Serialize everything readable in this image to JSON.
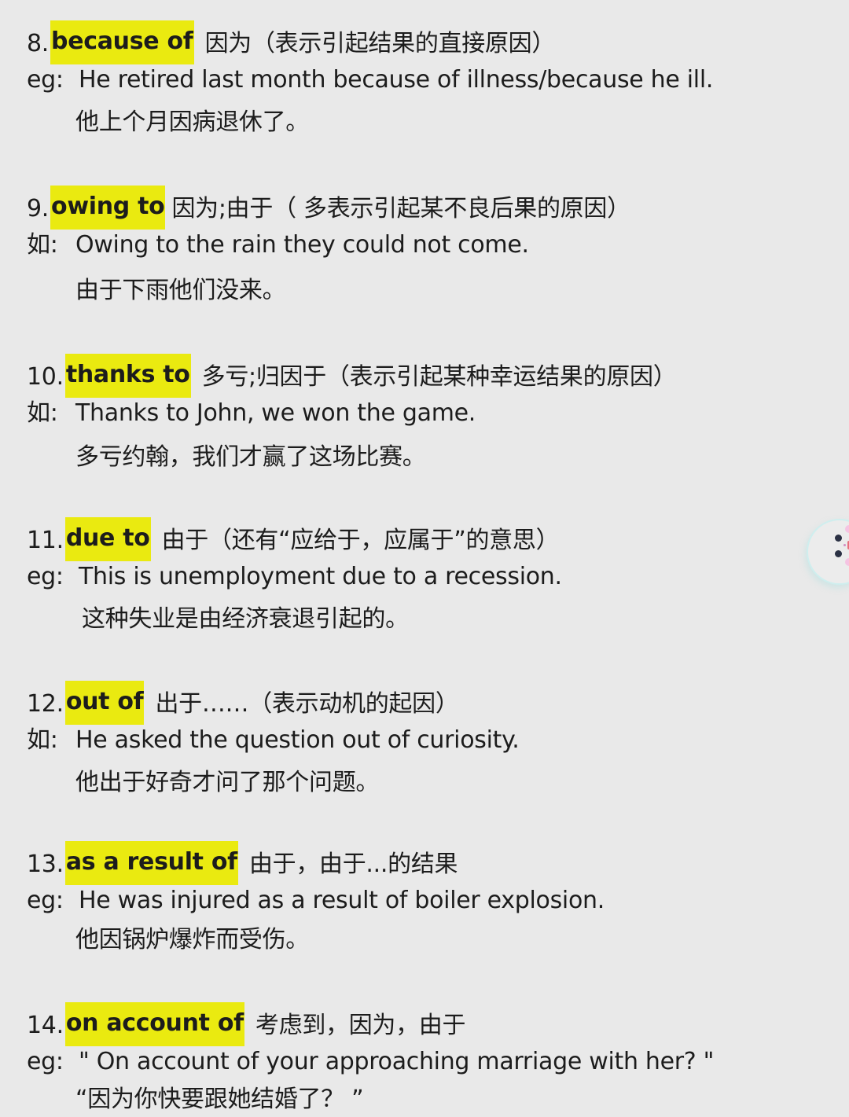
{
  "entries": [
    {
      "number": "8.",
      "phrase": "because of",
      "meaning": "因为（表示引起结果的直接原因）",
      "example_label": "eg:",
      "example": "He retired last month because of illness/because he ill.",
      "translation": "他上个月因病退休了。"
    },
    {
      "number": "9.",
      "phrase": "owing to",
      "meaning": "因为;由于（ 多表示引起某不良后果的原因）",
      "example_label": "如:",
      "example": "Owing to the rain they could not come.",
      "translation": "由于下雨他们没来。"
    },
    {
      "number": "10.",
      "phrase": "thanks to",
      "meaning": "多亏;归因于（表示引起某种幸运结果的原因）",
      "example_label": "如:",
      "example": "Thanks to John, we won the game.",
      "translation": "多亏约翰，我们才赢了这场比赛。"
    },
    {
      "number": "11.",
      "phrase": "due to",
      "meaning": "由于（还有“应给于，应属于”的意思）",
      "example_label": "eg:",
      "example": "This is unemployment due to a recession.",
      "translation": "这种失业是由经济衰退引起的。"
    },
    {
      "number": "12.",
      "phrase": "out of",
      "meaning": "出于……（表示动机的起因）",
      "example_label": "如:",
      "example": "He asked the question out of curiosity.",
      "translation": "他出于好奇才问了那个问题。"
    },
    {
      "number": "13.",
      "phrase": "as a result of",
      "meaning": "由于，由于...的结果",
      "example_label": "eg:",
      "example": "He was injured as a result of boiler explosion.",
      "translation": "他因锅炉爆炸而受伤。"
    },
    {
      "number": "14.",
      "phrase": "on account of",
      "meaning": " 考虑到，因为，由于",
      "example_label": "eg:",
      "example": "\" On account of your approaching marriage with her? \"",
      "translation": "“因为你快要跟她结婚了？ ”"
    }
  ],
  "colors": {
    "background": "#e9e9e9",
    "highlight": "#eaea10",
    "text": "#1c1c1c"
  },
  "floating_widget": {
    "icon": "cartoon-face-icon"
  }
}
